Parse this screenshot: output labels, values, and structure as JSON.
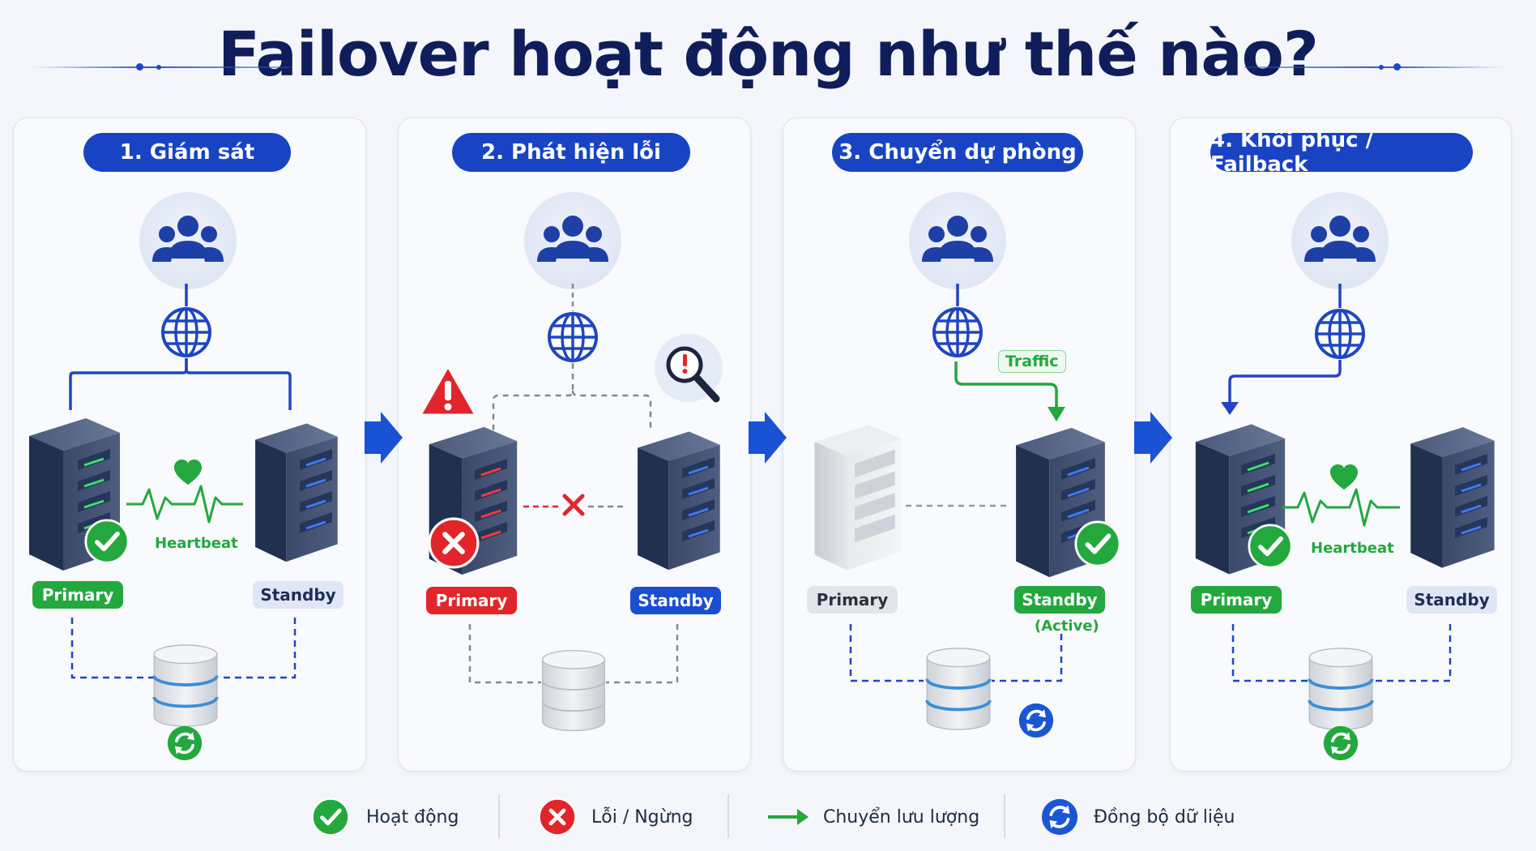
{
  "title": "Failover hoạt động như thế nào?",
  "steps": [
    {
      "label": "1. Giám sát",
      "primary": "Primary",
      "standby": "Standby",
      "heartbeat": "Heartbeat"
    },
    {
      "label": "2. Phát hiện lỗi",
      "primary": "Primary",
      "standby": "Standby"
    },
    {
      "label": "3. Chuyển dự phòng",
      "primary": "Primary",
      "standby": "Standby",
      "standby_note": "(Active)",
      "traffic": "Traffic"
    },
    {
      "label": "4. Khôi phục / Failback",
      "primary": "Primary",
      "standby": "Standby",
      "heartbeat": "Heartbeat"
    }
  ],
  "legend": [
    {
      "label": "Hoạt động",
      "icon": "check-circle-icon"
    },
    {
      "label": "Lỗi / Ngừng",
      "icon": "x-circle-icon"
    },
    {
      "label": "Chuyển lưu lượng",
      "icon": "green-arrow-icon"
    },
    {
      "label": "Đồng bộ dữ liệu",
      "icon": "sync-icon"
    }
  ],
  "colors": {
    "accent": "#1844c4",
    "ok": "#23a83e",
    "error": "#e1252b",
    "title": "#0f1e5a"
  }
}
